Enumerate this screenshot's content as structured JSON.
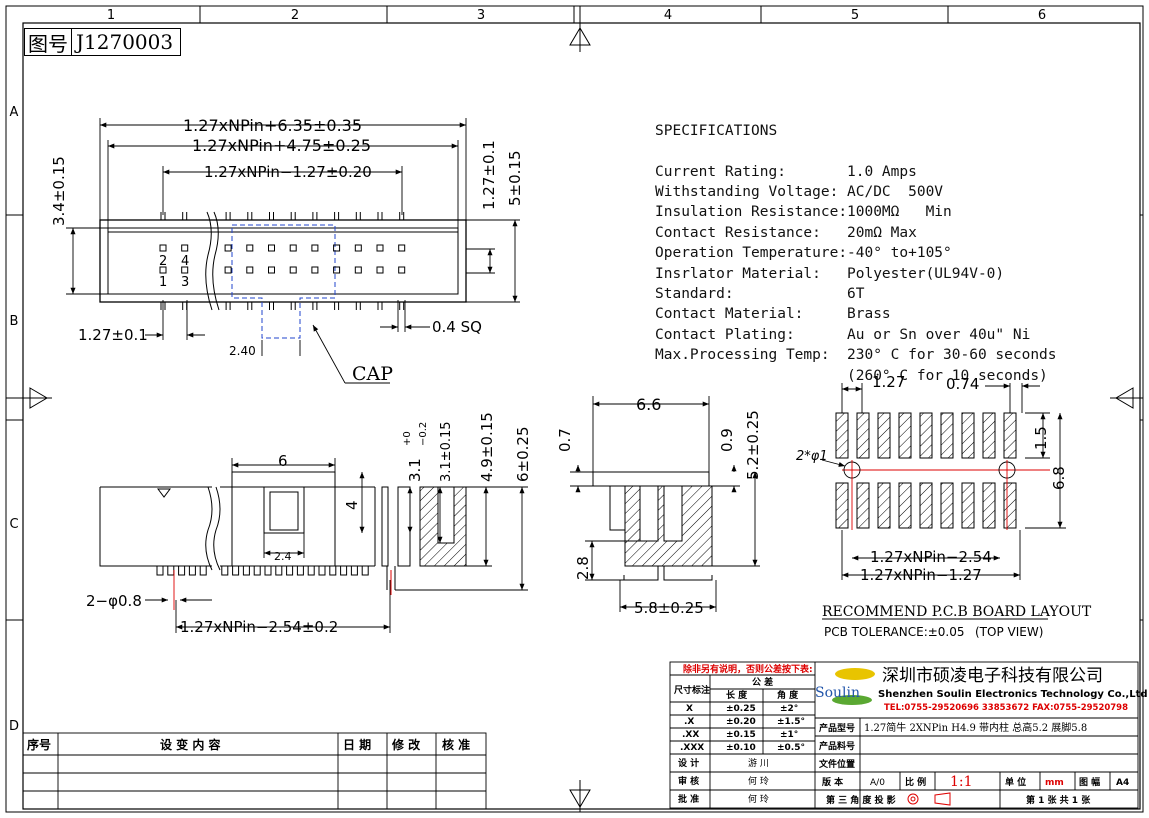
{
  "frame": {
    "col_numbers": [
      "1",
      "2",
      "3",
      "4",
      "5",
      "6"
    ],
    "row_letters": [
      "A",
      "B",
      "C",
      "D"
    ]
  },
  "drawing_number": {
    "label": "图号",
    "value": "J1270003"
  },
  "specifications": {
    "title": "SPECIFICATIONS",
    "rows": [
      {
        "k": "Current Rating:",
        "v": "1.0 Amps"
      },
      {
        "k": "Withstanding Voltage:",
        "v": "AC/DC  500V"
      },
      {
        "k": "Insulation Resistance:",
        "v": "1000MΩ   Min"
      },
      {
        "k": "Contact Resistance:",
        "v": "20mΩ Max"
      },
      {
        "k": "Operation Temperature:",
        "v": "-40° to+105°"
      },
      {
        "k": "Insrlator Material:",
        "v": "Polyester(UL94V-0)"
      },
      {
        "k": "Standard:",
        "v": "6T"
      },
      {
        "k": "Contact Material:",
        "v": "Brass"
      },
      {
        "k": "Contact Plating:",
        "v": "Au or Sn over 40u\" Ni"
      },
      {
        "k": "Max.Processing Temp:",
        "v": "230° C for 30-60 seconds"
      },
      {
        "k": "",
        "v": "(260° C for 10 seconds)"
      }
    ]
  },
  "top_view": {
    "dim1": "1.27xNPin+6.35±0.35",
    "dim2": "1.27xNPin+4.75±0.25",
    "dim3": "1.27xNPin−1.27±0.20",
    "left_h": "3.4±0.15",
    "right_h1": "1.27±0.1",
    "right_h2": "5±0.15",
    "pitch": "1.27±0.1",
    "sq": "0.4 SQ",
    "cap_w": "2.40",
    "cap": "CAP",
    "pin_nums": [
      "2",
      "4",
      "1",
      "3"
    ]
  },
  "front_view": {
    "w6": "6",
    "h4": "4",
    "w24": "2.4",
    "hole": "2−φ0.8",
    "len": "1.27xNPin−2.54±0.2"
  },
  "side_view": {
    "d1": "3.1",
    "d1_tol_up": "+0",
    "d1_tol_dn": "−0.2",
    "d2": "3.1±0.15",
    "d3": "4.9±0.15",
    "d4": "6±0.25"
  },
  "end_view": {
    "w": "6.6",
    "h07": "0.7",
    "h09": "0.9",
    "h52": "5.2±0.25",
    "h28": "2.8",
    "w58": "5.8±0.25"
  },
  "pcb_layout": {
    "pitch": "1.27",
    "pad_w": "0.74",
    "hole": "2*φ1",
    "h15": "1.5",
    "h68": "6.8",
    "len1": "1.27xNPin−2.54",
    "len2": "1.27xNPin−1.27",
    "title": "RECOMMEND P.C.B BOARD LAYOUT",
    "tol": "PCB TOLERANCE:±0.05",
    "view": "(TOP VIEW)"
  },
  "revision_table": {
    "headers": [
      "序号",
      "设 变 内 容",
      "日 期",
      "修 改",
      "核 准"
    ]
  },
  "tolerance_table": {
    "warning": "除非另有说明，否则公差按下表:",
    "size_label": "尺寸标注",
    "tol_label": "公 差",
    "len_label": "长 度",
    "ang_label": "角 度",
    "rows": [
      [
        "X",
        "±0.25",
        "±2°"
      ],
      [
        ".X",
        "±0.20",
        "±1.5°"
      ],
      [
        ".XX",
        "±0.15",
        "±1°"
      ],
      [
        ".XXX",
        "±0.10",
        "±0.5°"
      ]
    ]
  },
  "title_block": {
    "company_cn": "深圳市硕凌电子科技有限公司",
    "logo": "Soulin",
    "company_en": "Shenzhen Soulin Electronics Technology Co.,Ltd",
    "contact": "TEL:0755-29520696 33853672    FAX:0755-29520798",
    "product_label": "产品型号",
    "product": "1.27简牛 2XNPin H4.9 带内柱 总高5.2 展脚5.8",
    "material_label": "产品料号",
    "file_label": "文件位置",
    "design_label": "设 计",
    "designer": "游 川",
    "check_label": "审 核",
    "checker": "何 玲",
    "approve_label": "批 准",
    "approver": "何 玲",
    "version_label": "版 本",
    "version": "A/0",
    "scale_label": "比 例",
    "scale": "1:1",
    "unit_label": "单 位",
    "unit": "mm",
    "size_label": "图 幅",
    "size": "A4",
    "angle_label": "第 三 角 度 投 影",
    "sheet": "第 1  张 共 1  张"
  }
}
